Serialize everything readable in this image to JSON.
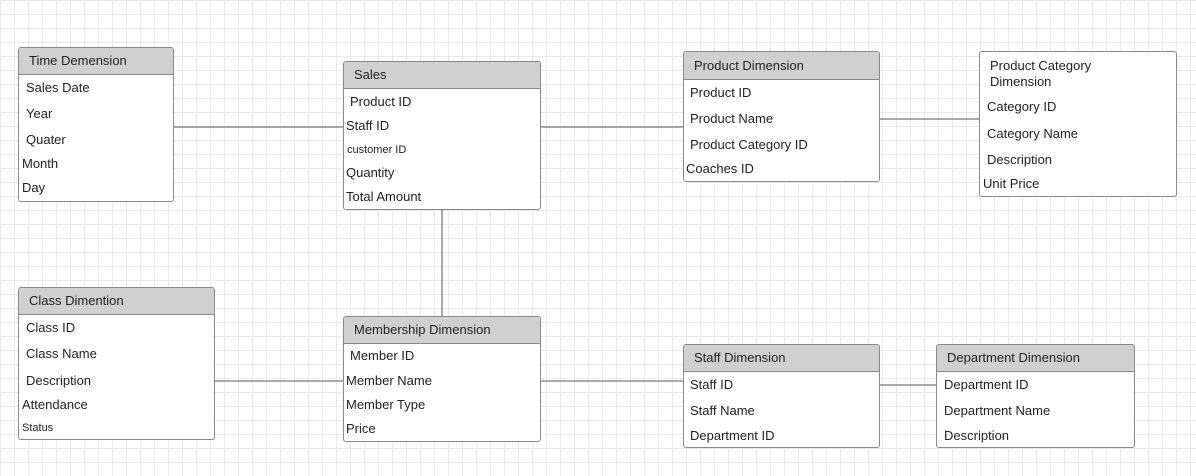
{
  "entities": {
    "time": {
      "title": "Time Demension",
      "attributes": [
        "Sales Date",
        "Year",
        "Quater",
        "Month",
        "Day"
      ]
    },
    "sales": {
      "title": "Sales",
      "attributes": [
        "Product ID",
        "Staff ID",
        "customer ID",
        "Quantity",
        "Total Amount"
      ]
    },
    "product": {
      "title": "Product Dimension",
      "attributes": [
        "Product ID",
        "Product Name",
        "Product Category ID",
        "Coaches ID"
      ]
    },
    "product_category": {
      "title": "Product Category Dimension",
      "attributes": [
        "Category ID",
        "Category Name",
        "Description",
        "Unit Price"
      ]
    },
    "class": {
      "title": "Class Dimention",
      "attributes": [
        "Class ID",
        "Class Name",
        "Description",
        "Attendance",
        "Status"
      ]
    },
    "membership": {
      "title": "Membership Dimension",
      "attributes": [
        "Member ID",
        "Member Name",
        "Member Type",
        "Price"
      ]
    },
    "staff": {
      "title": "Staff Dimension",
      "attributes": [
        "Staff ID",
        "Staff Name",
        "Department ID"
      ]
    },
    "department": {
      "title": "Department Dimension",
      "attributes": [
        "Department ID",
        "Department Name",
        "Description"
      ]
    }
  },
  "colors": {
    "header_fill": "#d0d0d0",
    "border": "#8a8a8a",
    "connector": "#555555",
    "grid": "#e9e9e9"
  }
}
